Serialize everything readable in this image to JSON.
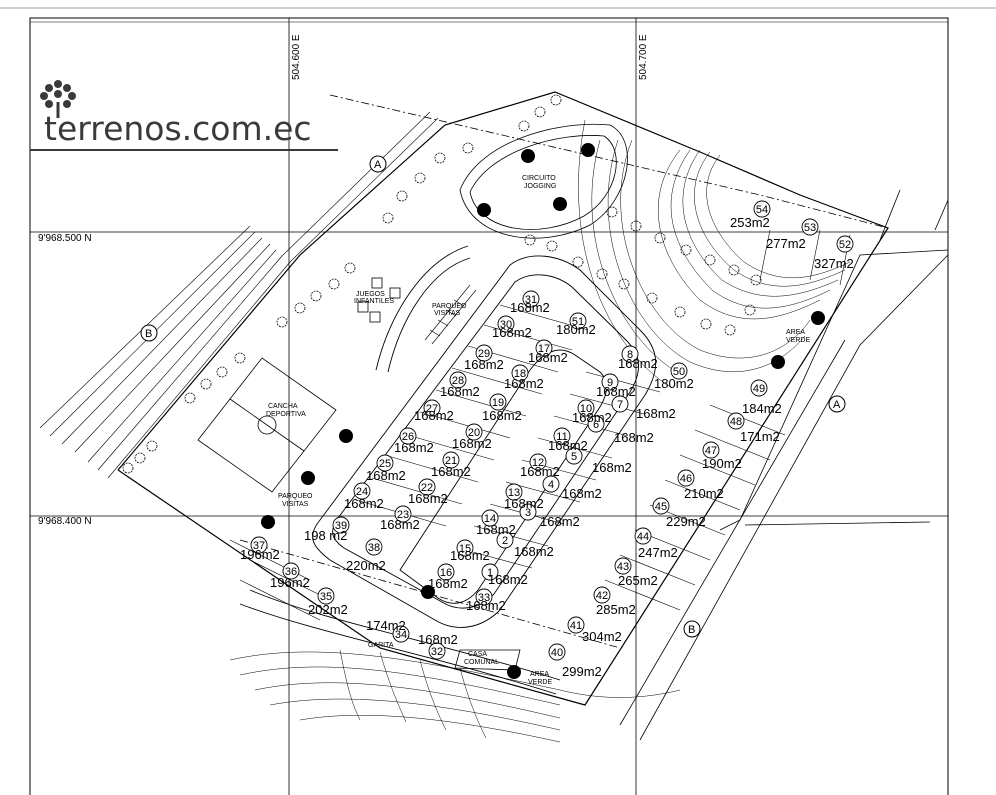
{
  "brand": {
    "name": "terrenos.com.ec"
  },
  "grid": {
    "coords": [
      {
        "text": "504.600 E",
        "orient": "v"
      },
      {
        "text": "504.700 E",
        "orient": "v"
      },
      {
        "text": "9'968.500 N",
        "orient": "h"
      },
      {
        "text": "9'968.400 N",
        "orient": "h"
      }
    ]
  },
  "sections": [
    {
      "text": "A"
    },
    {
      "text": "B"
    },
    {
      "text": "A"
    },
    {
      "text": "B"
    }
  ],
  "labels": [
    {
      "text": "CIRCUITO"
    },
    {
      "text": "JOGGING"
    },
    {
      "text": "JUEGOS"
    },
    {
      "text": "INFANTILES"
    },
    {
      "text": "PARQUEO"
    },
    {
      "text": "VISITAS"
    },
    {
      "text": "CANCHA"
    },
    {
      "text": "DEPORTIVA"
    },
    {
      "text": "PARQUEO"
    },
    {
      "text": "VISITAS"
    },
    {
      "text": "CASA"
    },
    {
      "text": "COMUNAL"
    },
    {
      "text": "AREA"
    },
    {
      "text": "VERDE"
    },
    {
      "text": "AREA"
    },
    {
      "text": "VERDE"
    },
    {
      "text": "GARITA"
    }
  ],
  "lots": [
    {
      "n": "1",
      "area": "168m2"
    },
    {
      "n": "2",
      "area": "168m2"
    },
    {
      "n": "3",
      "area": "168m2"
    },
    {
      "n": "4",
      "area": "168m2"
    },
    {
      "n": "5",
      "area": "168m2"
    },
    {
      "n": "6",
      "area": "168m2"
    },
    {
      "n": "7",
      "area": "168m2"
    },
    {
      "n": "8",
      "area": "168m2"
    },
    {
      "n": "9",
      "area": "168m2"
    },
    {
      "n": "10",
      "area": "168m2"
    },
    {
      "n": "11",
      "area": "168m2"
    },
    {
      "n": "12",
      "area": "168m2"
    },
    {
      "n": "13",
      "area": "168m2"
    },
    {
      "n": "14",
      "area": "168m2"
    },
    {
      "n": "15",
      "area": "168m2"
    },
    {
      "n": "16",
      "area": "168m2"
    },
    {
      "n": "17",
      "area": "168m2"
    },
    {
      "n": "18",
      "area": "168m2"
    },
    {
      "n": "19",
      "area": "168m2"
    },
    {
      "n": "20",
      "area": "168m2"
    },
    {
      "n": "21",
      "area": "168m2"
    },
    {
      "n": "22",
      "area": "168m2"
    },
    {
      "n": "23",
      "area": "168m2"
    },
    {
      "n": "24",
      "area": "168m2"
    },
    {
      "n": "25",
      "area": "168m2"
    },
    {
      "n": "26",
      "area": "168m2"
    },
    {
      "n": "27",
      "area": "168m2"
    },
    {
      "n": "28",
      "area": "168m2"
    },
    {
      "n": "29",
      "area": "168m2"
    },
    {
      "n": "30",
      "area": "168m2"
    },
    {
      "n": "31",
      "area": "168m2"
    },
    {
      "n": "32",
      "area": "168m2"
    },
    {
      "n": "33",
      "area": "168m2"
    },
    {
      "n": "34",
      "area": "174m2"
    },
    {
      "n": "35",
      "area": "202m2"
    },
    {
      "n": "36",
      "area": "196m2"
    },
    {
      "n": "37",
      "area": "196m2"
    },
    {
      "n": "38",
      "area": "220m2"
    },
    {
      "n": "39",
      "area": "198 m2"
    },
    {
      "n": "40",
      "area": "299m2"
    },
    {
      "n": "41",
      "area": "304m2"
    },
    {
      "n": "42",
      "area": "285m2"
    },
    {
      "n": "43",
      "area": "265m2"
    },
    {
      "n": "44",
      "area": "247m2"
    },
    {
      "n": "45",
      "area": "229m2"
    },
    {
      "n": "46",
      "area": "210m2"
    },
    {
      "n": "47",
      "area": "190m2"
    },
    {
      "n": "48",
      "area": "171m2"
    },
    {
      "n": "49",
      "area": "184m2"
    },
    {
      "n": "50",
      "area": "180m2"
    },
    {
      "n": "51",
      "area": "180m2"
    },
    {
      "n": "52",
      "area": "327m2"
    },
    {
      "n": "53",
      "area": "277m2"
    },
    {
      "n": "54",
      "area": "253m2"
    }
  ],
  "colors": {
    "line": "#000000",
    "brand_text": "#3a3a3a",
    "background": "#ffffff"
  }
}
